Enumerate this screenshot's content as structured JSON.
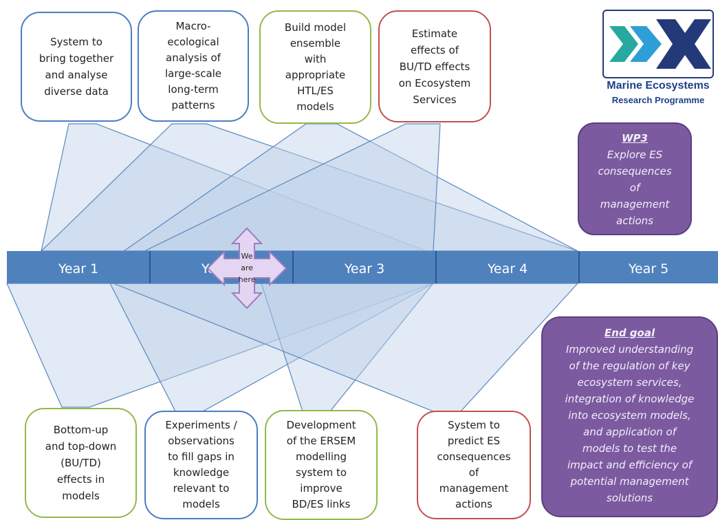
{
  "timeline": {
    "years": [
      "Year 1",
      "Year 2",
      "Year 3",
      "Year 4",
      "Year 5"
    ]
  },
  "top_boxes": [
    {
      "text": "System to\nbring together\nand analyse\ndiverse data"
    },
    {
      "text": "Macro-\necological\nanalysis of\nlarge-scale\nlong-term\npatterns"
    },
    {
      "text": "Build model\nensemble\nwith\nappropriate\nHTL/ES\nmodels"
    },
    {
      "text": "Estimate\neffects of\nBU/TD effects\non Ecosystem\nServices"
    }
  ],
  "bottom_boxes": [
    {
      "text": "Bottom-up\nand top-down\n(BU/TD)\neffects in\nmodels"
    },
    {
      "text": "Experiments /\nobservations\nto fill gaps in\nknowledge\nrelevant to\nmodels"
    },
    {
      "text": "Development\nof the ERSEM\nmodelling\nsystem to\nimprove\nBD/ES links"
    },
    {
      "text": "System to\npredict ES\nconsequences\nof\nmanagement\nactions"
    }
  ],
  "marker": {
    "text": "We\nare\nhere"
  },
  "wp3": {
    "title": "WP3",
    "text": "Explore ES\nconsequences\nof\nmanagement\nactions"
  },
  "end_goal": {
    "title": "End goal",
    "text": "Improved understanding\nof the regulation of key\necosystem services,\nintegration of knowledge\ninto ecosystem models,\nand application of\nmodels to test the\nimpact and efficiency of\npotential management\nsolutions"
  },
  "logo": {
    "line1": "Marine Ecosystems",
    "line2": "Research Programme"
  },
  "colors": {
    "timeline": "#4f81bd",
    "band": "#c5d5ea",
    "purple": "#7b5aa0",
    "blue": "#4a7ec0",
    "green": "#93b84a",
    "red": "#c0504d",
    "navy": "#1e3f8a",
    "teal": "#27a9a0"
  }
}
